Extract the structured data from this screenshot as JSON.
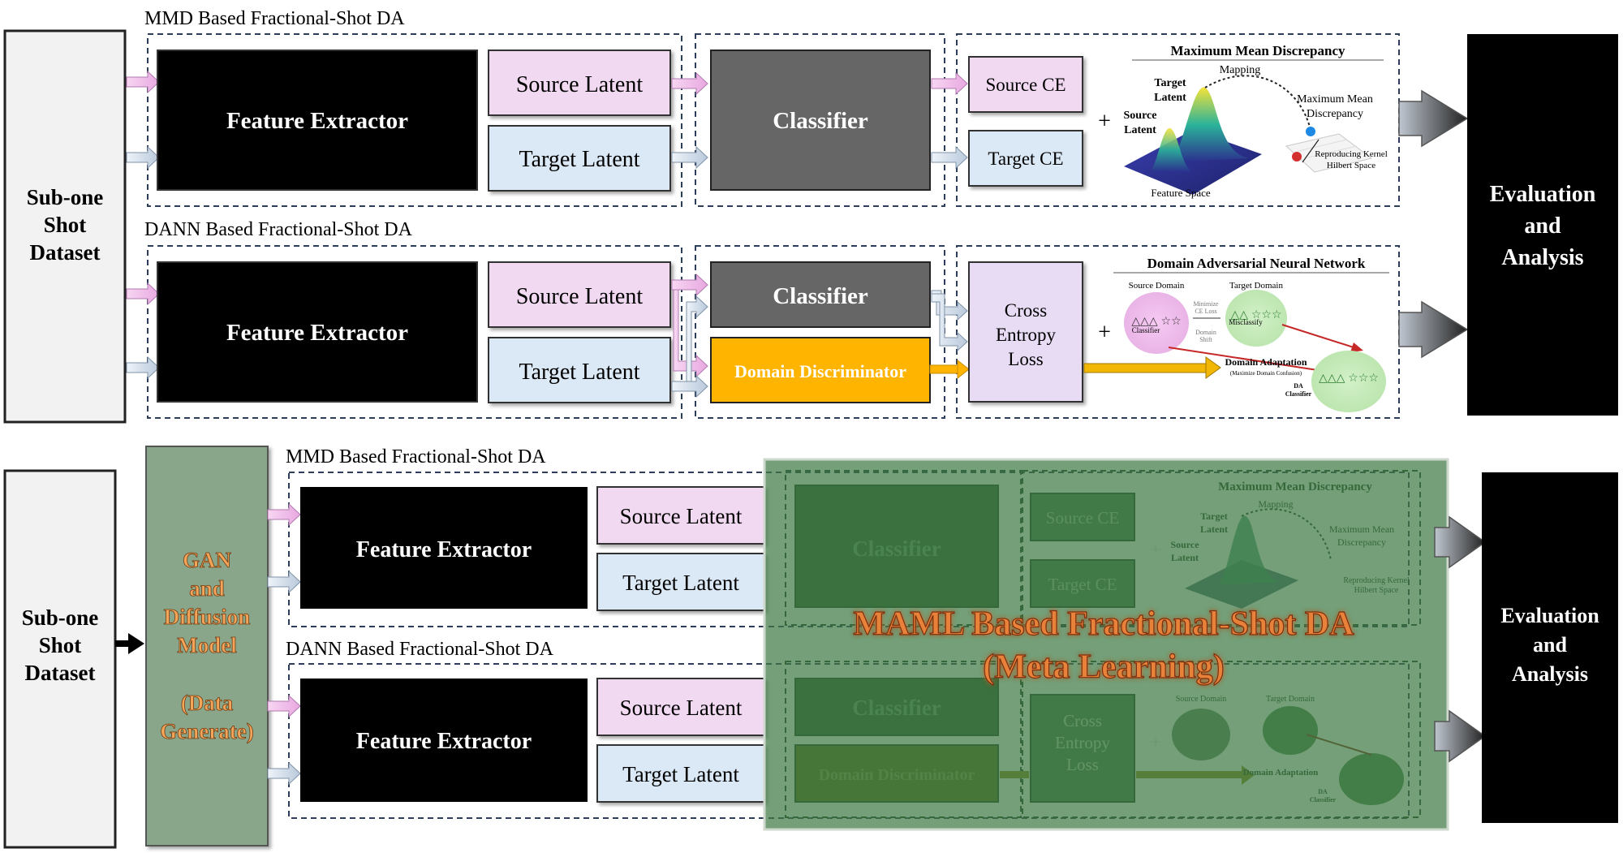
{
  "top": {
    "dataset_label": [
      "Sub-one",
      "Shot",
      "Dataset"
    ],
    "mmd_title": "MMD Based Fractional-Shot DA",
    "dann_title": "DANN Based Fractional-Shot DA",
    "feature_extractor": "Feature Extractor",
    "source_latent": "Source Latent",
    "target_latent": "Target Latent",
    "classifier": "Classifier",
    "domain_discriminator": "Domain Discriminator",
    "source_ce": "Source CE",
    "target_ce": "Target CE",
    "cross_entropy_loss": [
      "Cross",
      "Entropy",
      "Loss"
    ],
    "plus": "+",
    "mmd_panel": {
      "title": "Maximum Mean Discrepancy",
      "mapping": "Mapping",
      "target_latent": [
        "Target",
        "Latent"
      ],
      "source_latent": [
        "Source",
        "Latent"
      ],
      "feature_space": "Feature Space",
      "mmd_label": [
        "Maximum Mean",
        "Discrepancy"
      ],
      "rkhs": [
        "Reproducing Kernel",
        "Hilbert Space"
      ]
    },
    "dann_panel": {
      "title": "Domain Adversarial Neural Network",
      "source_domain": "Source Domain",
      "target_domain": "Target Domain",
      "minimize_ce": [
        "Minimize",
        "CE Loss"
      ],
      "domain_shift": [
        "Domain",
        "Shift"
      ],
      "classifier": "Classifier",
      "misclassify": "Misclassify",
      "domain_adaptation": "Domain Adaptation",
      "maximize_confusion": "(Maximize Domain Confusion)",
      "da_classifier": [
        "DA",
        "Classifier"
      ]
    },
    "evaluation": [
      "Evaluation",
      "and",
      "Analysis"
    ]
  },
  "bottom": {
    "dataset_label": [
      "Sub-one",
      "Shot",
      "Dataset"
    ],
    "gan_label": [
      "GAN",
      "and",
      "Diffusion",
      "Model",
      "",
      "(Data",
      "Generate)"
    ],
    "mmd_title": "MMD Based Fractional-Shot DA",
    "dann_title": "DANN Based Fractional-Shot DA",
    "maml_title": [
      "MAML Based Fractional-Shot DA",
      "(Meta Learning)"
    ],
    "evaluation": [
      "Evaluation",
      "and",
      "Analysis"
    ]
  },
  "colors": {
    "pink_fill": "#f2d9f2",
    "blue_fill": "#dbe8f5",
    "classifier_gray": "#666666",
    "discriminator": "#ffb400",
    "gan_green": "#8aa68a",
    "maml_overlay": "#3f7a44",
    "maml_text": "#e8823a",
    "dash": "#2c3e5a"
  }
}
